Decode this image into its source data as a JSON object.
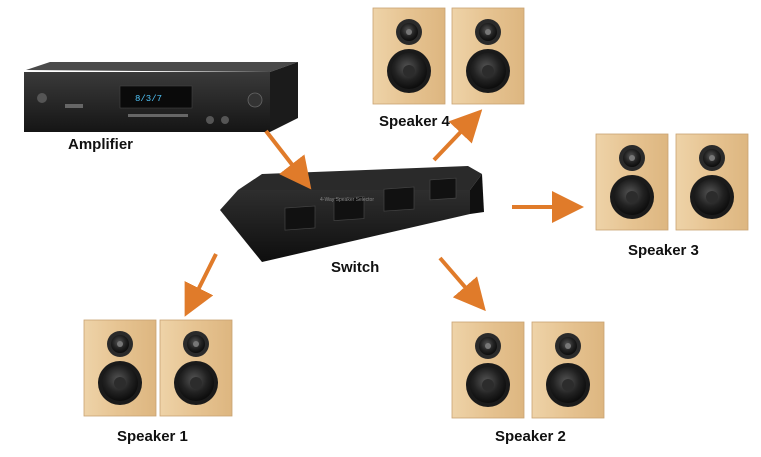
{
  "colors": {
    "arrow": "#e07b2a",
    "wood": "#e8c79a",
    "wood_dark": "#d4ae7c",
    "device": "#1f1f1f"
  },
  "labels": {
    "amplifier": "Amplifier",
    "switch": "Switch",
    "speaker1": "Speaker 1",
    "speaker2": "Speaker 2",
    "speaker3": "Speaker 3",
    "speaker4": "Speaker 4"
  },
  "amplifier_display": "8/3/7",
  "switch_panel_text": "4-Way Speaker Selector",
  "icons": [
    "amplifier-image",
    "switch-box-image",
    "speaker-pair-image",
    "arrow-icon"
  ]
}
